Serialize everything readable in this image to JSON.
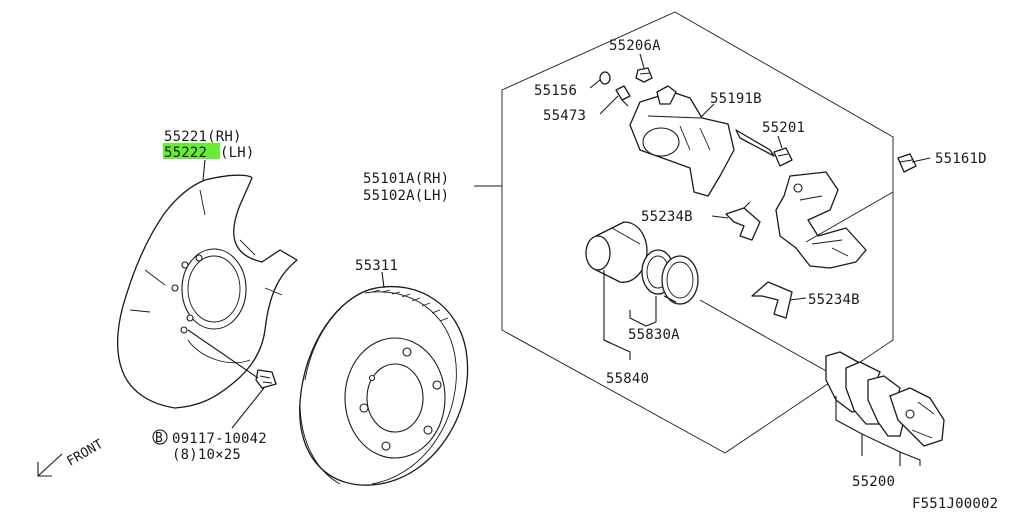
{
  "colors": {
    "line": "#1a1a1a",
    "background": "#ffffff",
    "highlight": "#66ee33"
  },
  "labels": {
    "shield_rh": "55221(RH)",
    "shield_lh_num": "55222",
    "shield_lh_side": "(LH)",
    "rotor": "55311",
    "bolt_circle": "B",
    "bolt_num": "09117-10042",
    "bolt_qty": "(8)10×25",
    "front": "FRONT",
    "caliper_rh": "55101A(RH)",
    "caliper_lh": "55102A(LH)",
    "bleeder_bolt": "55206A",
    "cap": "55156",
    "bleeder": "55473",
    "pin_boot": "55191B",
    "bushing": "55201",
    "bolt_right": "55161D",
    "clip_a": "55234B",
    "clip_b": "55234B",
    "piston_seal": "55830A",
    "piston_kit": "55840",
    "pad_kit": "55200",
    "figure_code": "F551J00002"
  }
}
